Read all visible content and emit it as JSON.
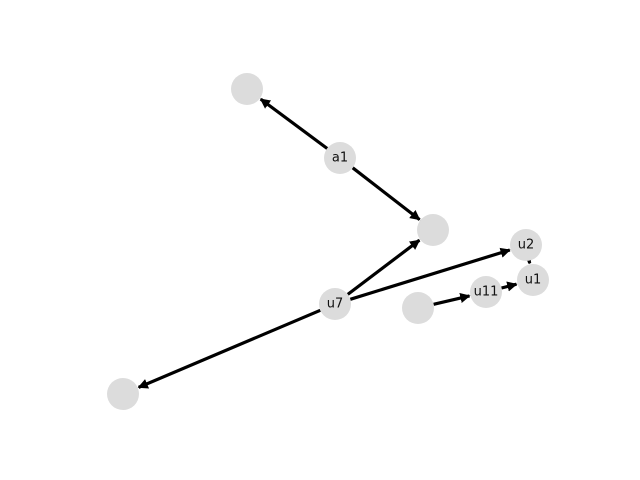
{
  "graph": {
    "node_color": "#dcdcdc",
    "edge_color": "#000000",
    "nodes": [
      {
        "id": "n_top",
        "label": ""
      },
      {
        "id": "a1",
        "label": "a1"
      },
      {
        "id": "n_mid",
        "label": ""
      },
      {
        "id": "u2",
        "label": "u2"
      },
      {
        "id": "u1",
        "label": "u1"
      },
      {
        "id": "u11",
        "label": "u11"
      },
      {
        "id": "n_src",
        "label": ""
      },
      {
        "id": "u7",
        "label": "u7"
      },
      {
        "id": "n_bottom",
        "label": ""
      }
    ],
    "edges": [
      {
        "from": "a1",
        "to": "n_top"
      },
      {
        "from": "a1",
        "to": "n_mid"
      },
      {
        "from": "u7",
        "to": "n_mid"
      },
      {
        "from": "u7",
        "to": "u2"
      },
      {
        "from": "u7",
        "to": "n_bottom"
      },
      {
        "from": "n_src",
        "to": "u11"
      },
      {
        "from": "u11",
        "to": "u1"
      },
      {
        "from": "u2",
        "to": "u1"
      }
    ]
  }
}
